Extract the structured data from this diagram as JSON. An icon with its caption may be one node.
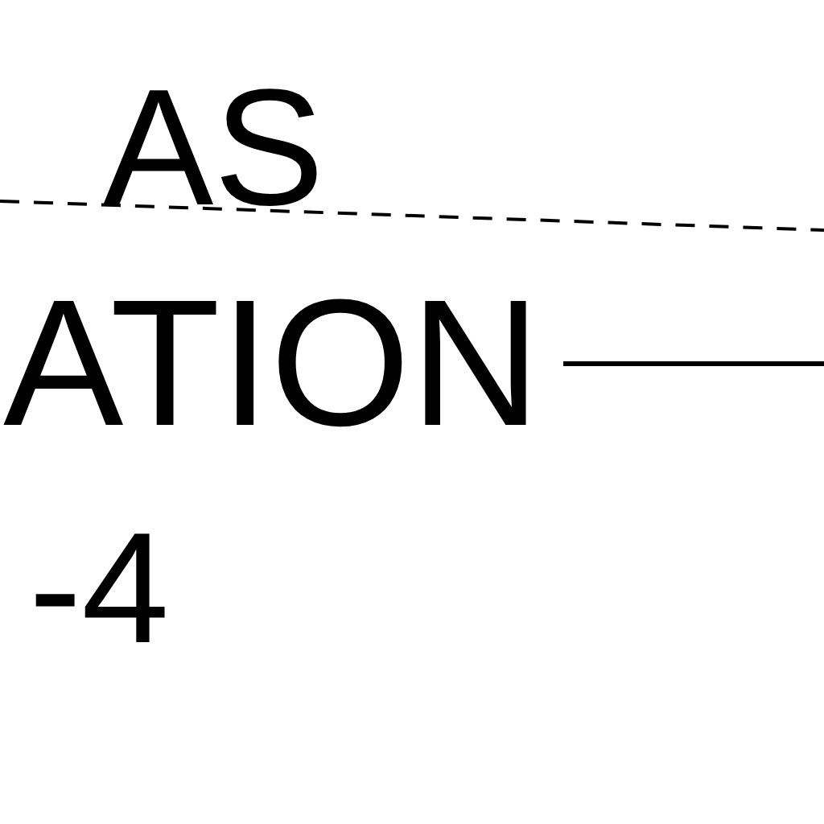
{
  "diagram": {
    "labels": [
      "AS",
      "ATION",
      "-4"
    ]
  }
}
